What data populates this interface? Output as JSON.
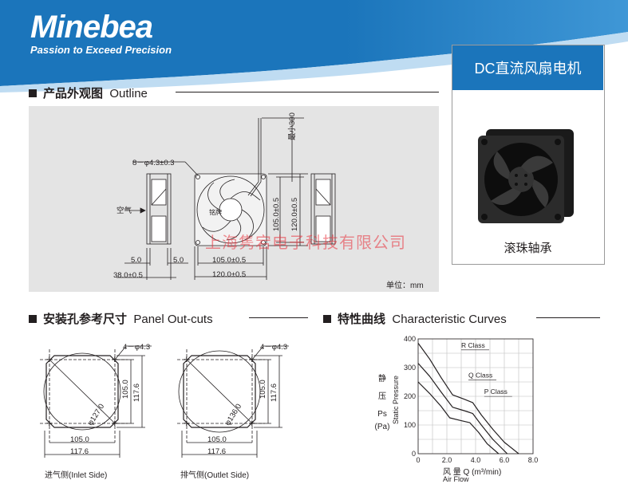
{
  "header": {
    "brand": "Minebea",
    "tagline": "Passion to Exceed Precision",
    "colors": {
      "band": "#1b75bb",
      "band_light": "#5aa9de"
    }
  },
  "product": {
    "title": "DC直流风扇电机",
    "caption": "滚珠轴承"
  },
  "watermark": "上海隽宕电子科技有限公司",
  "outline": {
    "heading_cn": "产品外观图",
    "heading_en": "Outline",
    "holes": "8－φ4.3±0.3",
    "airflow": "空气",
    "lead": "最小300",
    "label": "铭牌",
    "dim_105_v": "105.0±0.5",
    "dim_120_v": "120.0±0.5",
    "dim_5_left": "5.0",
    "dim_5_right": "5.0",
    "dim_38": "38.0±0.5",
    "dim_105_h": "105.0±0.5",
    "dim_120_h": "120.0±0.5",
    "unit": "单位：mm"
  },
  "panel": {
    "heading_cn": "安装孔参考尺寸",
    "heading_en": "Panel Out-cuts",
    "inlet": {
      "holes": "4－φ4.3",
      "diameter": "φ127.0",
      "w": "105.0",
      "w2": "117.6",
      "h": "105.0",
      "h2": "117.6",
      "caption": "进气侧(Inlet Side)"
    },
    "outlet": {
      "holes": "4－φ4.3",
      "diameter": "φ136.0",
      "w": "105.0",
      "w2": "117.6",
      "h": "105.0",
      "h2": "117.6",
      "caption": "排气侧(Outlet Side)"
    }
  },
  "curves": {
    "heading_cn": "特性曲线",
    "heading_en": "Characteristic Curves",
    "ylabel_cn": [
      "静",
      "压",
      "Ps",
      "(Pa)"
    ],
    "ylabel_en": "Static Pressure",
    "xlabel_cn": "风    量  Q   (m³/min)",
    "xlabel_en": "Air Flow"
  },
  "chart_data": {
    "type": "line",
    "xlim": [
      0,
      8
    ],
    "ylim": [
      0,
      400
    ],
    "xticks": [
      "0",
      "2.0",
      "4.0",
      "6.0",
      "8.0"
    ],
    "yticks": [
      "0",
      "100",
      "200",
      "300",
      "400"
    ],
    "series": [
      {
        "name": "R Class",
        "x": [
          0,
          0.8,
          1.6,
          2.4,
          3.2,
          3.8,
          4.4,
          5.2,
          6.0,
          7.0
        ],
        "y": [
          385,
          330,
          265,
          205,
          190,
          178,
          135,
          85,
          40,
          0
        ]
      },
      {
        "name": "Q Class",
        "x": [
          0,
          0.8,
          1.6,
          2.4,
          3.2,
          3.8,
          4.4,
          5.2,
          6.2
        ],
        "y": [
          315,
          270,
          215,
          162,
          150,
          140,
          100,
          50,
          0
        ]
      },
      {
        "name": "P Class",
        "x": [
          0,
          0.8,
          1.6,
          2.2,
          3.0,
          3.6,
          4.2,
          4.8,
          5.6
        ],
        "y": [
          250,
          210,
          165,
          125,
          115,
          108,
          75,
          35,
          0
        ]
      }
    ]
  }
}
